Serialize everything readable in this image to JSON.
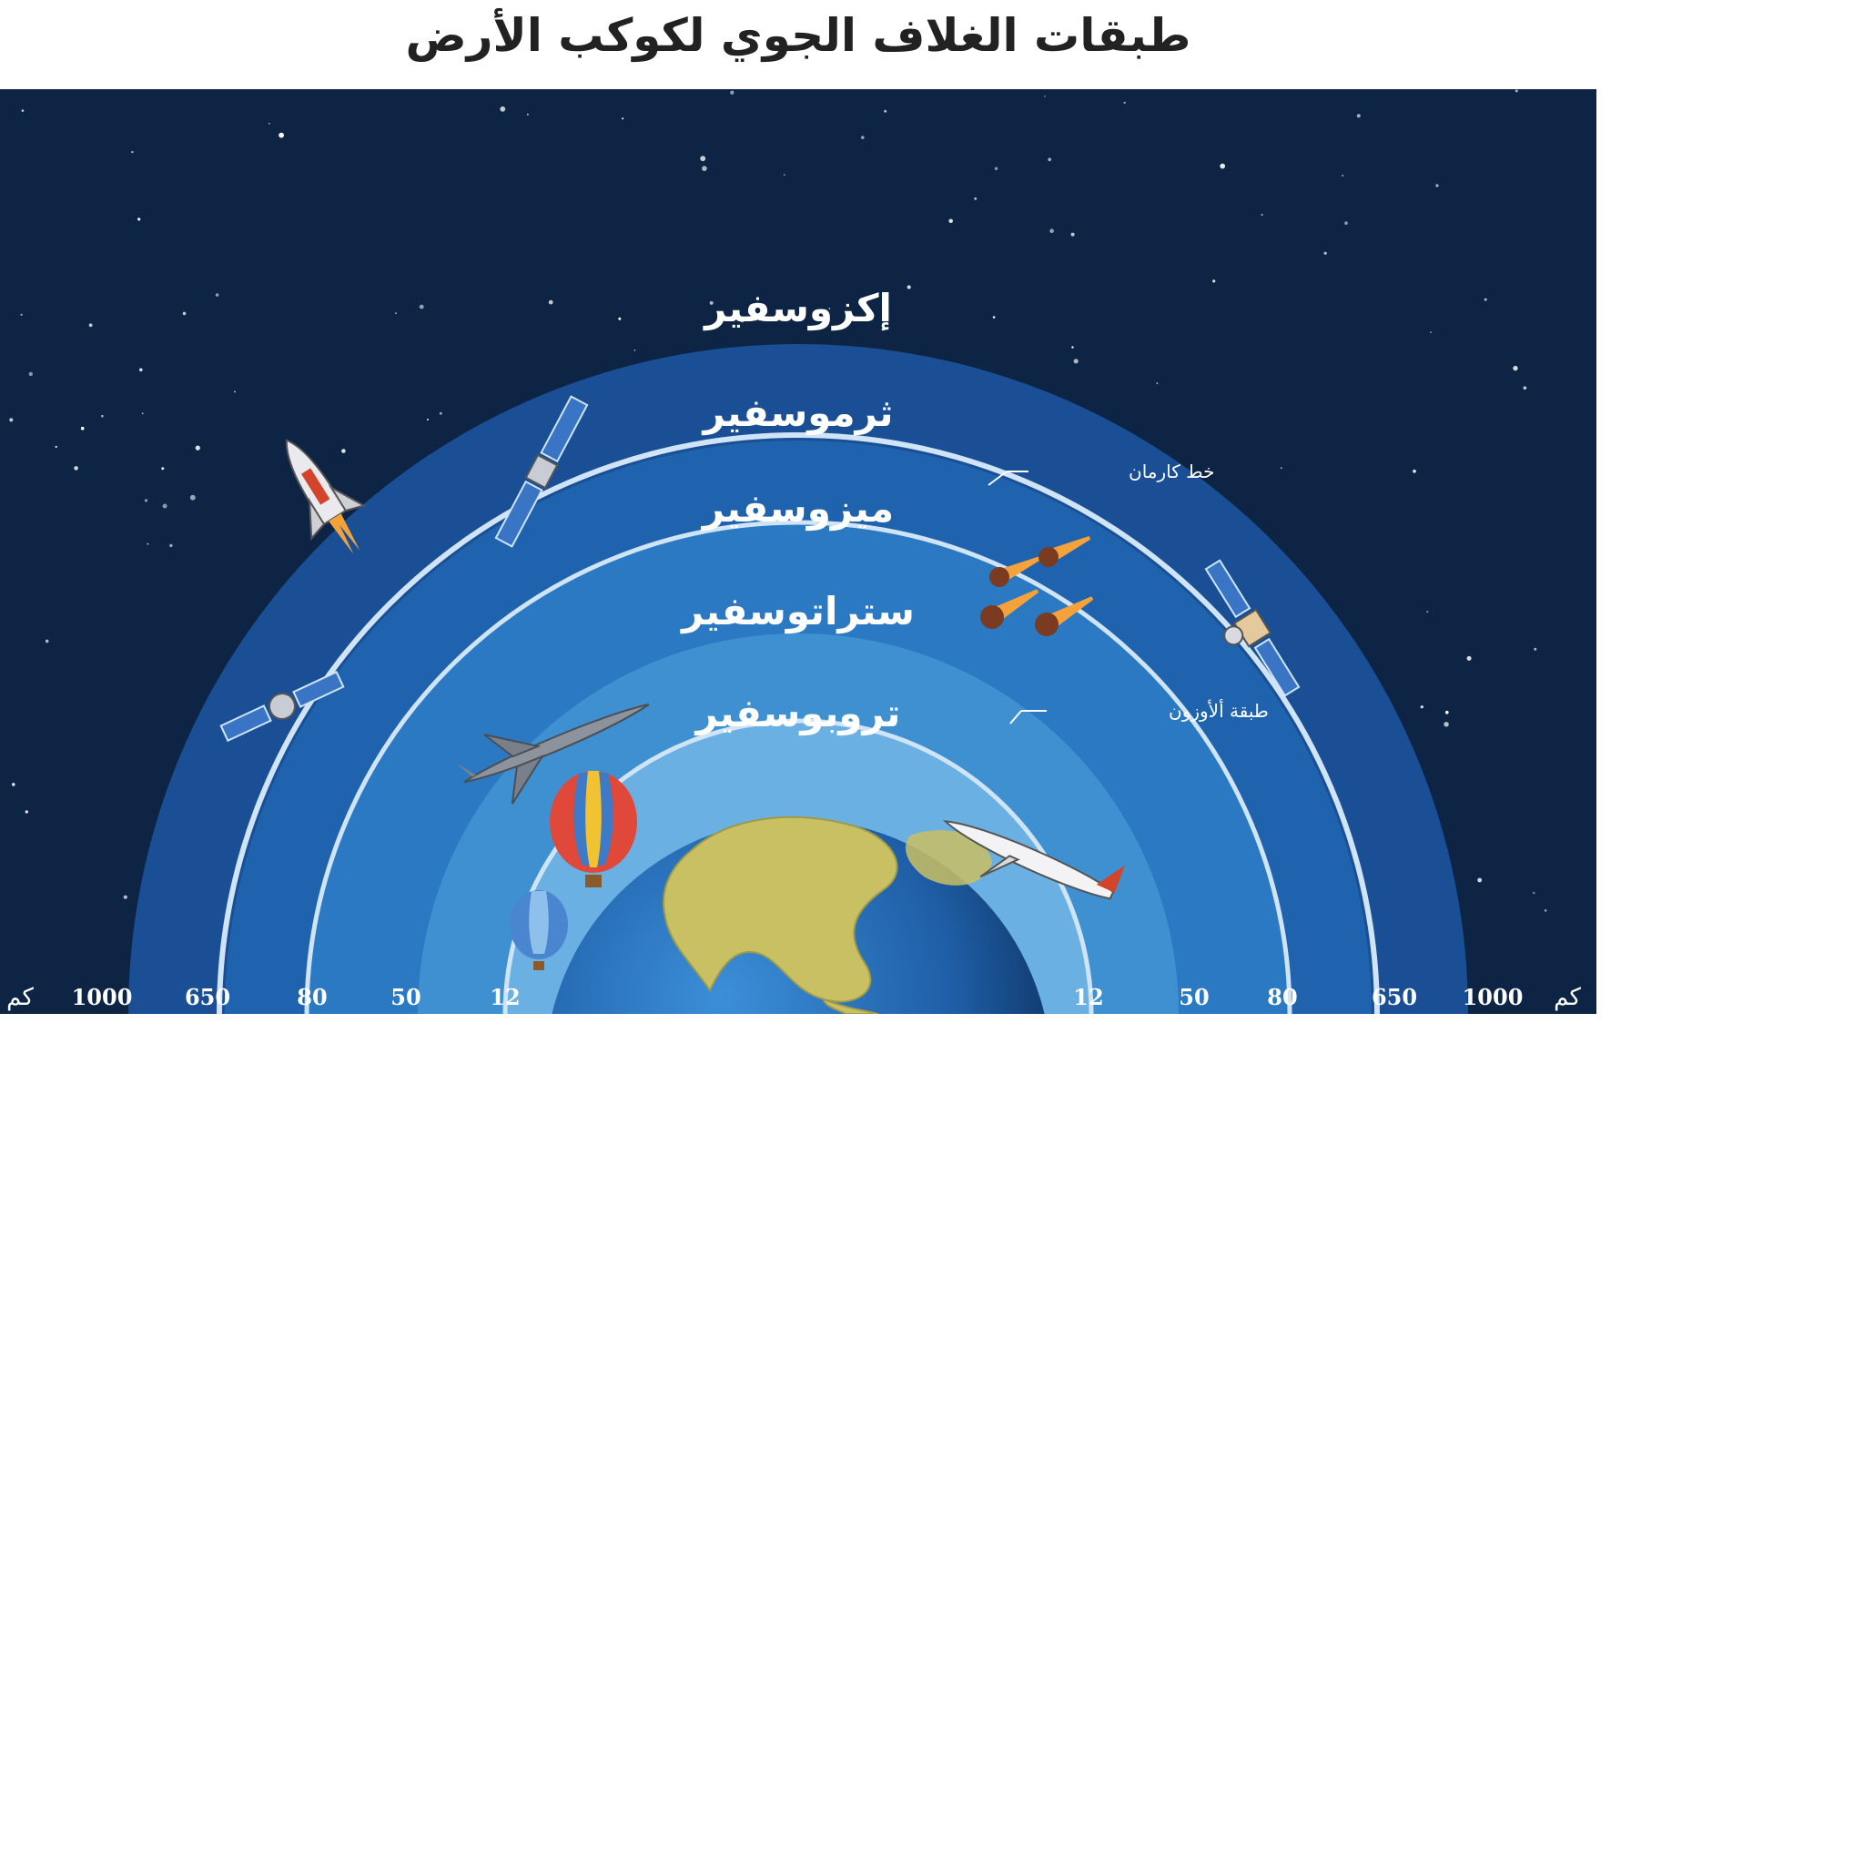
{
  "title": "طبقات الغلاف الجوي لكوكب الأرض",
  "layers": [
    {
      "name": "إكزوسفير",
      "color": "#1a4f96"
    },
    {
      "name": "ثرموسفير",
      "color": "#1f62ad"
    },
    {
      "name": "ميزوسفير",
      "color": "#2b79c2"
    },
    {
      "name": "ستراتوسفير",
      "color": "#3f90d1"
    },
    {
      "name": "تروبوسفير",
      "color": "#6ab0e2"
    }
  ],
  "markers": {
    "karman_line": "خط كارمان",
    "ozone_layer": "طبقة ألأوزون"
  },
  "scale": {
    "unit": "كم",
    "left": [
      "1000",
      "650",
      "80",
      "50",
      "12"
    ],
    "right": [
      "12",
      "50",
      "80",
      "650",
      "1000"
    ]
  },
  "colors": {
    "space": "#0d2444",
    "boundary_line": "#cfe4f7",
    "earth_ocean": "#1f5fa8",
    "earth_land": "#c9c064"
  },
  "icons": [
    "space-shuttle-icon",
    "satellite-icon",
    "meteor-icon",
    "fighter-jet-icon",
    "airliner-icon",
    "hot-air-balloon-icon",
    "star-icon"
  ]
}
